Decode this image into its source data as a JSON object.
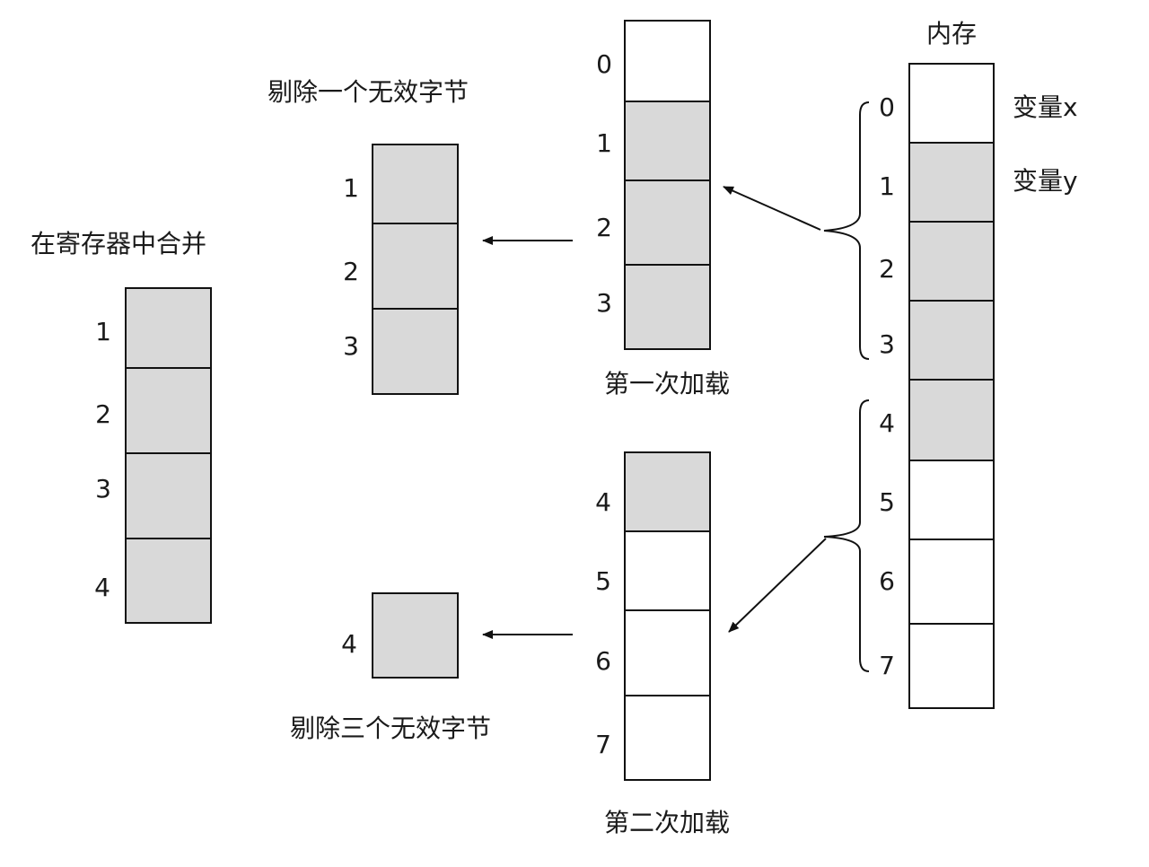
{
  "colors": {
    "shaded": "#d9d9d9",
    "empty": "#ffffff",
    "stroke": "#111111"
  },
  "memory": {
    "title": "内存",
    "cells": [
      {
        "index": "0",
        "shaded": false,
        "variable": "变量x"
      },
      {
        "index": "1",
        "shaded": true,
        "variable": "变量y"
      },
      {
        "index": "2",
        "shaded": true,
        "variable": ""
      },
      {
        "index": "3",
        "shaded": true,
        "variable": ""
      },
      {
        "index": "4",
        "shaded": true,
        "variable": ""
      },
      {
        "index": "5",
        "shaded": false,
        "variable": ""
      },
      {
        "index": "6",
        "shaded": false,
        "variable": ""
      },
      {
        "index": "7",
        "shaded": false,
        "variable": ""
      }
    ]
  },
  "first_load": {
    "caption": "第一次加载",
    "cells": [
      {
        "index": "0",
        "shaded": false
      },
      {
        "index": "1",
        "shaded": true
      },
      {
        "index": "2",
        "shaded": true
      },
      {
        "index": "3",
        "shaded": true
      }
    ]
  },
  "second_load": {
    "caption": "第二次加载",
    "cells": [
      {
        "index": "4",
        "shaded": true
      },
      {
        "index": "5",
        "shaded": false
      },
      {
        "index": "6",
        "shaded": false
      },
      {
        "index": "7",
        "shaded": false
      }
    ]
  },
  "discard_one": {
    "caption": "剔除一个无效字节",
    "cells": [
      {
        "index": "1",
        "shaded": true
      },
      {
        "index": "2",
        "shaded": true
      },
      {
        "index": "3",
        "shaded": true
      }
    ]
  },
  "discard_three": {
    "caption": "剔除三个无效字节",
    "cells": [
      {
        "index": "4",
        "shaded": true
      }
    ]
  },
  "merged": {
    "caption": "在寄存器中合并",
    "cells": [
      {
        "index": "1",
        "shaded": true
      },
      {
        "index": "2",
        "shaded": true
      },
      {
        "index": "3",
        "shaded": true
      },
      {
        "index": "4",
        "shaded": true
      }
    ]
  }
}
